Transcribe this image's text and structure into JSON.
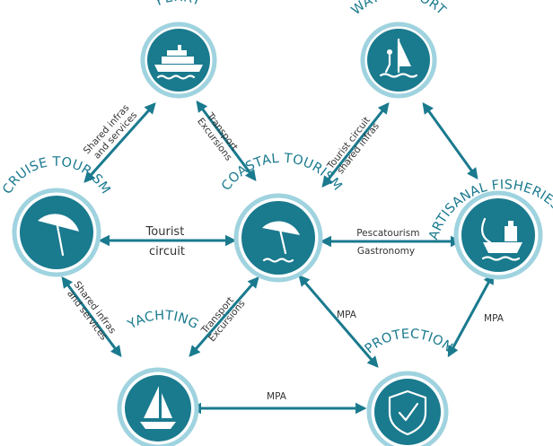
{
  "nodes": {
    "ferry": {
      "title": "FERRY",
      "icon": "ferry-icon"
    },
    "water_sport": {
      "title": "WATER SPORT",
      "icon": "windsurf-icon"
    },
    "cruise_tourism": {
      "title": "CRUISE TOURISM",
      "icon": "beach-umbrella-icon"
    },
    "coastal_tourism": {
      "title": "COASTAL TOURISM",
      "icon": "beach-umbrella-waves-icon"
    },
    "artisanal_fisheries": {
      "title": "ARTISANAL FISHERIES",
      "icon": "fishing-boat-icon"
    },
    "yachting": {
      "title": "YACHTING",
      "icon": "sailboat-icon"
    },
    "protection": {
      "title": "PROTECTION",
      "icon": "shield-check-icon"
    }
  },
  "edges": {
    "ferry_cruise": [
      "Shared infras",
      "and services"
    ],
    "ferry_coastal": [
      "Transport",
      "Excursions"
    ],
    "water_coastal": [
      "Tourist circuit",
      "shared infras"
    ],
    "cruise_coastal": [
      "Tourist",
      "circuit"
    ],
    "coastal_fisheries": [
      "Pescatourism",
      "Gastronomy"
    ],
    "cruise_yachting": [
      "Shared infras",
      "and services"
    ],
    "yachting_coastal": [
      "Transport",
      "Excursions"
    ],
    "coastal_protection": "MPA",
    "fisheries_protection": "MPA",
    "yachting_protection": "MPA"
  },
  "colors": {
    "primary": "#1a7a8e",
    "ring": "#9fd3df",
    "text": "#333333"
  }
}
